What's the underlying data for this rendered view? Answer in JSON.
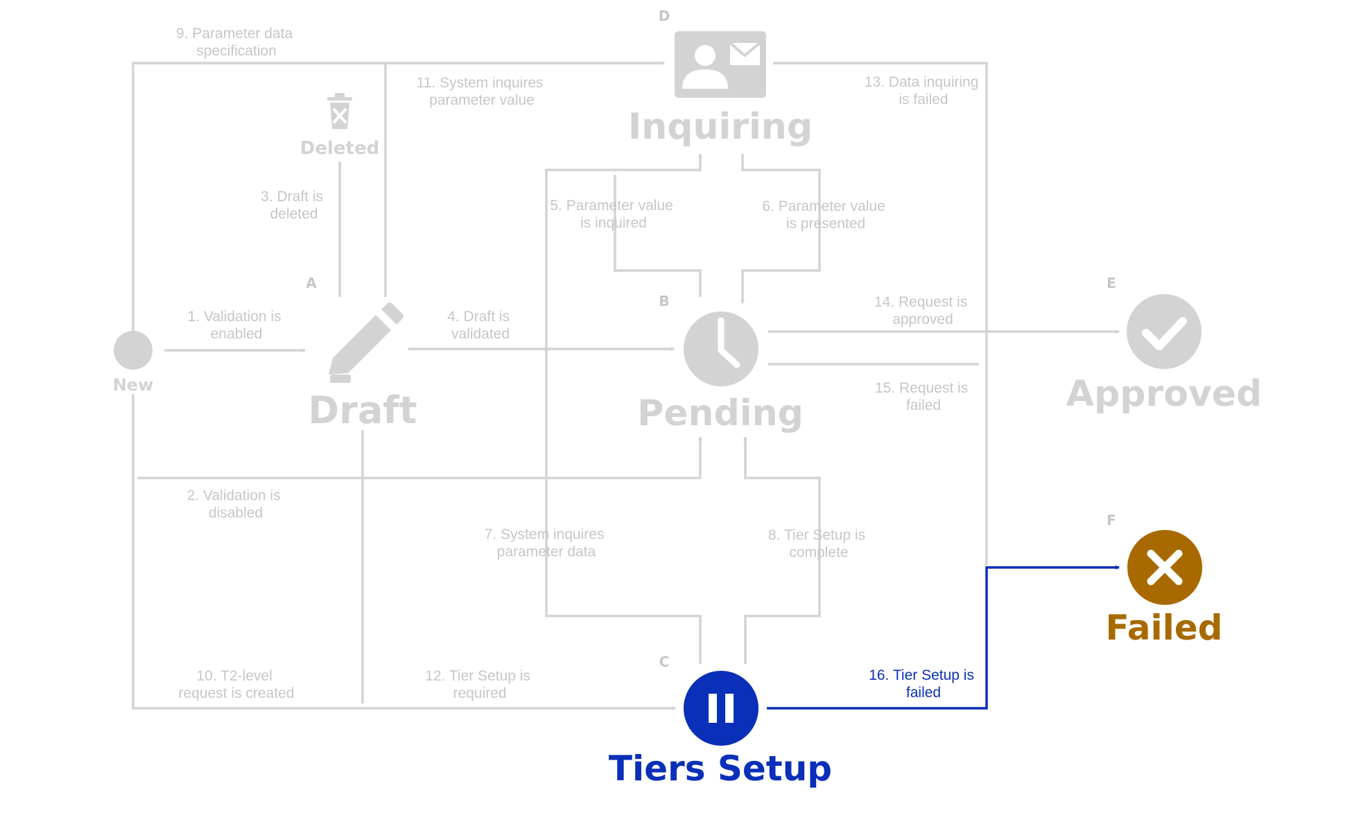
{
  "states": {
    "new": {
      "label": "New"
    },
    "draft": {
      "letter": "A",
      "label": "Draft"
    },
    "deleted": {
      "label": "Deleted"
    },
    "pending": {
      "letter": "B",
      "label": "Pending"
    },
    "tiers": {
      "letter": "C",
      "label": "Tiers Setup"
    },
    "inquiring": {
      "letter": "D",
      "label": "Inquiring"
    },
    "approved": {
      "letter": "E",
      "label": "Approved"
    },
    "failed": {
      "letter": "F",
      "label": "Failed"
    }
  },
  "transitions": {
    "t1": [
      "1. Validation is",
      "enabled"
    ],
    "t2": [
      "2. Validation is",
      "disabled"
    ],
    "t3": [
      "3. Draft is",
      "deleted"
    ],
    "t4": [
      "4. Draft is",
      "validated"
    ],
    "t5": [
      "5. Parameter value",
      "is inquired"
    ],
    "t6": [
      "6. Parameter value",
      "is presented"
    ],
    "t7": [
      "7. System inquires",
      "parameter data"
    ],
    "t8": [
      "8. Tier Setup is",
      "complete"
    ],
    "t9": [
      "9. Parameter data",
      "specification"
    ],
    "t10": [
      "10. T2-level",
      "request is created"
    ],
    "t11": [
      "11. System inquires",
      "parameter value"
    ],
    "t12": [
      "12. Tier Setup is",
      "required"
    ],
    "t13": [
      "13. Data inquiring",
      "is failed"
    ],
    "t14": [
      "14. Request is",
      "approved"
    ],
    "t15": [
      "15. Request is",
      "failed"
    ],
    "t16": [
      "16. Tier Setup is",
      "failed"
    ]
  },
  "colors": {
    "inactive": "#d3d3d3",
    "active": "#0a2fb8",
    "failed": "#a86a00"
  },
  "icons": {
    "new": "circle-dot-icon",
    "draft": "pencil-icon",
    "deleted": "trash-icon",
    "pending": "clock-icon",
    "tiers": "pause-icon",
    "inquiring": "contact-card-icon",
    "approved": "check-circle-icon",
    "failed": "x-circle-icon"
  }
}
